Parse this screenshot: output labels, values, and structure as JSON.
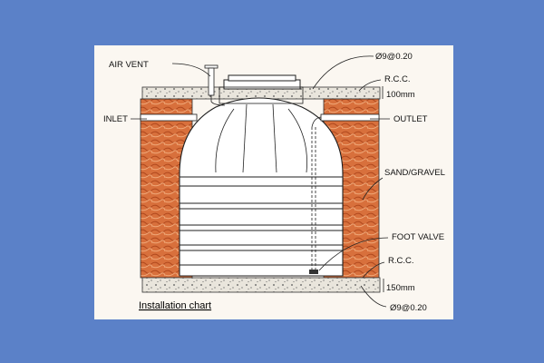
{
  "labels": {
    "air_vent": "AIR VENT",
    "spec_top": "Ø9@0.20",
    "rcc_top": "R.C.C.",
    "thickness_top": "100mm",
    "inlet": "INLET",
    "outlet": "OUTLET",
    "sand_gravel": "SAND/GRAVEL",
    "foot_valve": "FOOT VALVE",
    "rcc_bottom": "R.C.C.",
    "thickness_bottom": "150mm",
    "spec_bottom": "Ø9@0.20"
  },
  "caption": "Installation chart",
  "colors": {
    "background": "#5b81c8",
    "paper": "#fbf7f1",
    "brick": "#d8703c",
    "concrete": "#e9e5dc",
    "tank": "#ffffff",
    "outline": "#1f1f1f"
  }
}
